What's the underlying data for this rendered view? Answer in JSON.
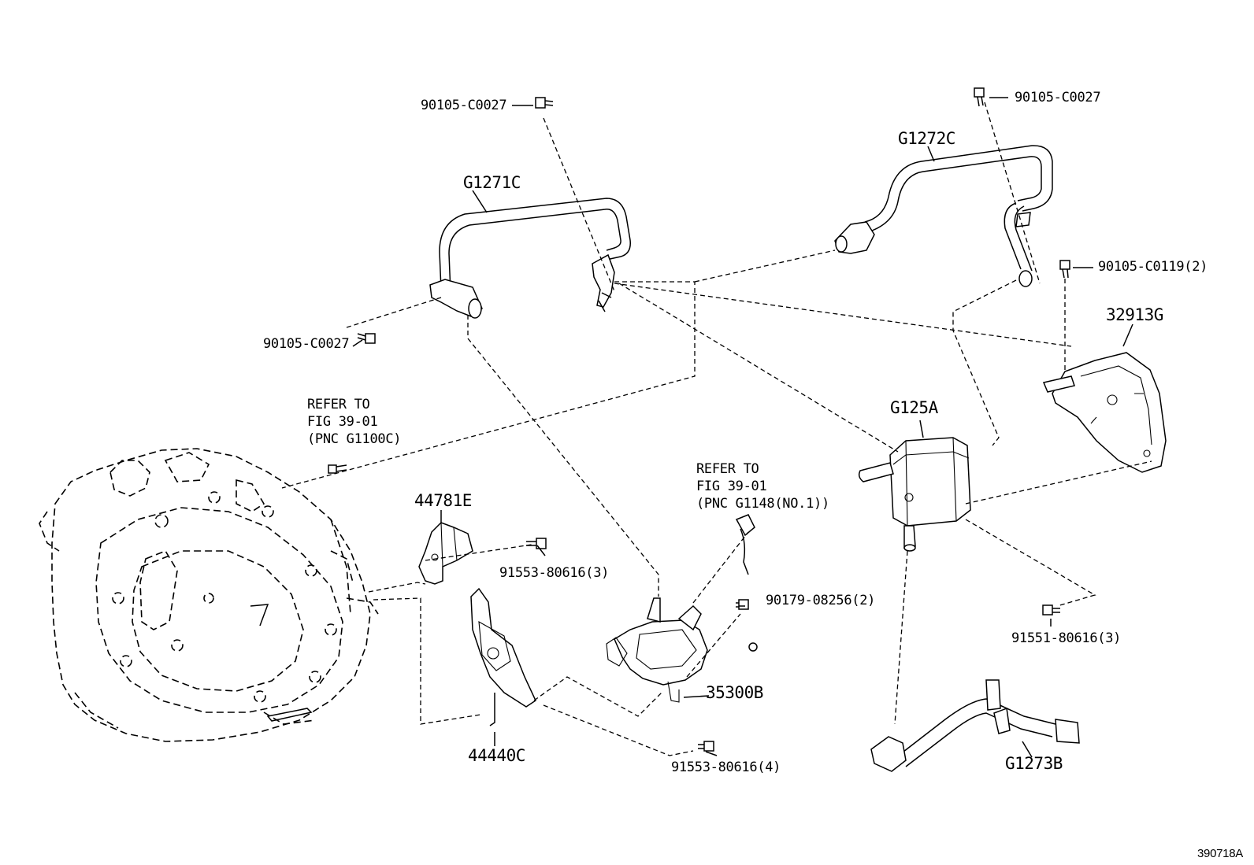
{
  "parts": {
    "bolt_top_left": "90105-C0027",
    "bolt_top_right": "90105-C0027",
    "pipe_left": "G1271C",
    "pipe_right": "G1272C",
    "bolt_right_2": "90105-C0119(2)",
    "bracket_right": "32913G",
    "bolt_left_lower": "90105-C0027",
    "cooler": "G125A",
    "bracket_44781E": "44781E",
    "bolt_91553_3": "91553-80616(3)",
    "bolt_90179": "90179-08256(2)",
    "bolt_91551": "91551-80616(3)",
    "pump": "35300B",
    "bracket_44440C": "44440C",
    "bolt_91553_4": "91553-80616(4)",
    "hose_G1273B": "G1273B"
  },
  "references": {
    "ref1": {
      "line1": "REFER TO",
      "line2": "FIG 39-01",
      "line3": "(PNC G1100C)"
    },
    "ref2": {
      "line1": "REFER TO",
      "line2": "FIG 39-01",
      "line3": "(PNC G1148(NO.1))"
    }
  },
  "diagram_id": "390718A"
}
